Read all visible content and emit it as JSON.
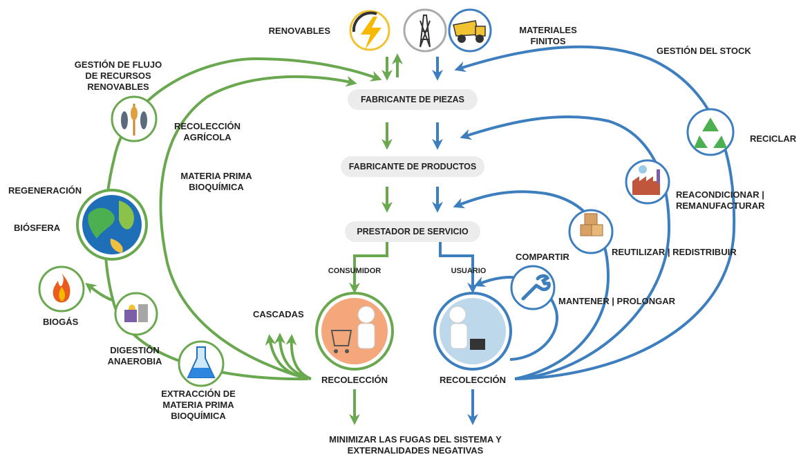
{
  "title": "",
  "sources": {
    "renewables": "RENOVABLES",
    "finite_materials_l1": "MATERIALES",
    "finite_materials_l2": "FINITOS"
  },
  "left_loop": {
    "renewable_flow_l1": "GESTIÓN DE FLUJO",
    "renewable_flow_l2": "DE RECURSOS",
    "renewable_flow_l3": "RENOVABLES",
    "agri_harvest_l1": "RECOLECCIÓN",
    "agri_harvest_l2": "AGRÍCOLA",
    "biochem_feedstock_l1": "MATERIA PRIMA",
    "biochem_feedstock_l2": "BIOQUÍMICA",
    "regeneration": "REGENERACIÓN",
    "biosphere": "BIÓSFERA",
    "biogas": "BIOGÁS",
    "anaerobic_l1": "DIGESTIÓN",
    "anaerobic_l2": "ANAEROBIA",
    "extraction_l1": "EXTRACCIÓN DE",
    "extraction_l2": "MATERIA PRIMA",
    "extraction_l3": "BIOQUÍMICA",
    "cascades": "CASCADAS"
  },
  "right_loop": {
    "stock_management": "GESTIÓN DEL STOCK",
    "recycle": "RECICLAR",
    "refurbish_l1": "REACONDICIONAR |",
    "refurbish_l2": "REMANUFACTURAR",
    "reuse": "REUTILIZAR | REDISTRIBUIR",
    "share": "COMPARTIR",
    "maintain": "MANTENER | PROLONGAR"
  },
  "center": {
    "parts_maker": "FABRICANTE DE PIEZAS",
    "product_maker": "FABRICANTE DE PRODUCTOS",
    "service_provider": "PRESTADOR DE SERVICIO",
    "consumer": "CONSUMIDOR",
    "user": "USUARIO",
    "collection_left": "RECOLECCIÓN",
    "collection_right": "RECOLECCIÓN",
    "leakage_l1": "MINIMIZAR LAS FUGAS DEL SISTEMA Y",
    "leakage_l2": "EXTERNALIDADES NEGATIVAS"
  },
  "colors": {
    "green_flow": "#6aa84f",
    "blue_flow": "#3d7ebf",
    "pill_bg": "#ececec",
    "text": "#222222"
  },
  "icons": {
    "renewables": "lightning-icon",
    "oil": "oil-derrick-icon",
    "mining": "dump-truck-icon",
    "fish_wheat": "fish-wheat-icon",
    "biosphere": "globe-icon",
    "biogas": "flame-icon",
    "anaerobic": "digester-icon",
    "extraction": "flask-icon",
    "consumer": "shopping-cart-icon",
    "user": "briefcase-icon",
    "recycle": "recycle-icon",
    "refurbish": "factory-icon",
    "reuse": "boxes-icon",
    "share": "wrench-icon"
  }
}
